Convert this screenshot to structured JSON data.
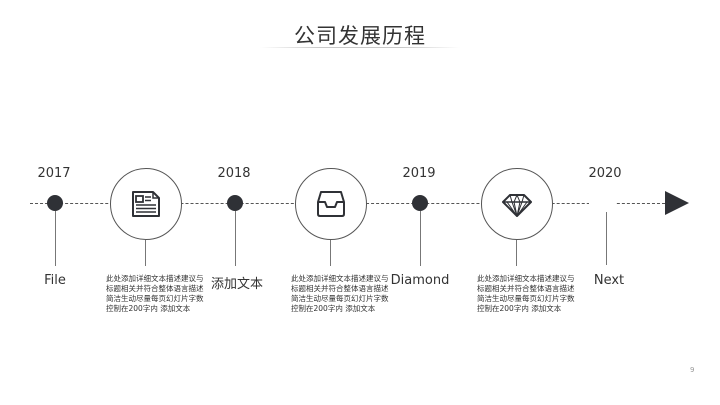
{
  "slide": {
    "title": "公司发展历程",
    "page_number": "9"
  },
  "timeline": {
    "milestones": [
      {
        "year": "2017",
        "label": "File"
      },
      {
        "year": "2018",
        "label": "添加文本"
      },
      {
        "year": "2019",
        "label": "Diamond"
      },
      {
        "year": "2020",
        "label": "Next"
      }
    ],
    "icons": [
      {
        "name": "document-icon",
        "description": "此处添加详细文本描述建议与标题相关并符合整体语言描述简洁生动尽量每页幻灯片字数控制在200字内 添加文本"
      },
      {
        "name": "inbox-tray-icon",
        "description": "此处添加详细文本描述建议与标题相关并符合整体语言描述简洁生动尽量每页幻灯片字数控制在200字内 添加文本"
      },
      {
        "name": "diamond-icon",
        "description": "此处添加详细文本描述建议与标题相关并符合整体语言描述简洁生动尽量每页幻灯片字数控制在200字内 添加文本"
      }
    ]
  },
  "colors": {
    "dark": "#2f3136",
    "text": "#333333",
    "line": "#777777"
  }
}
